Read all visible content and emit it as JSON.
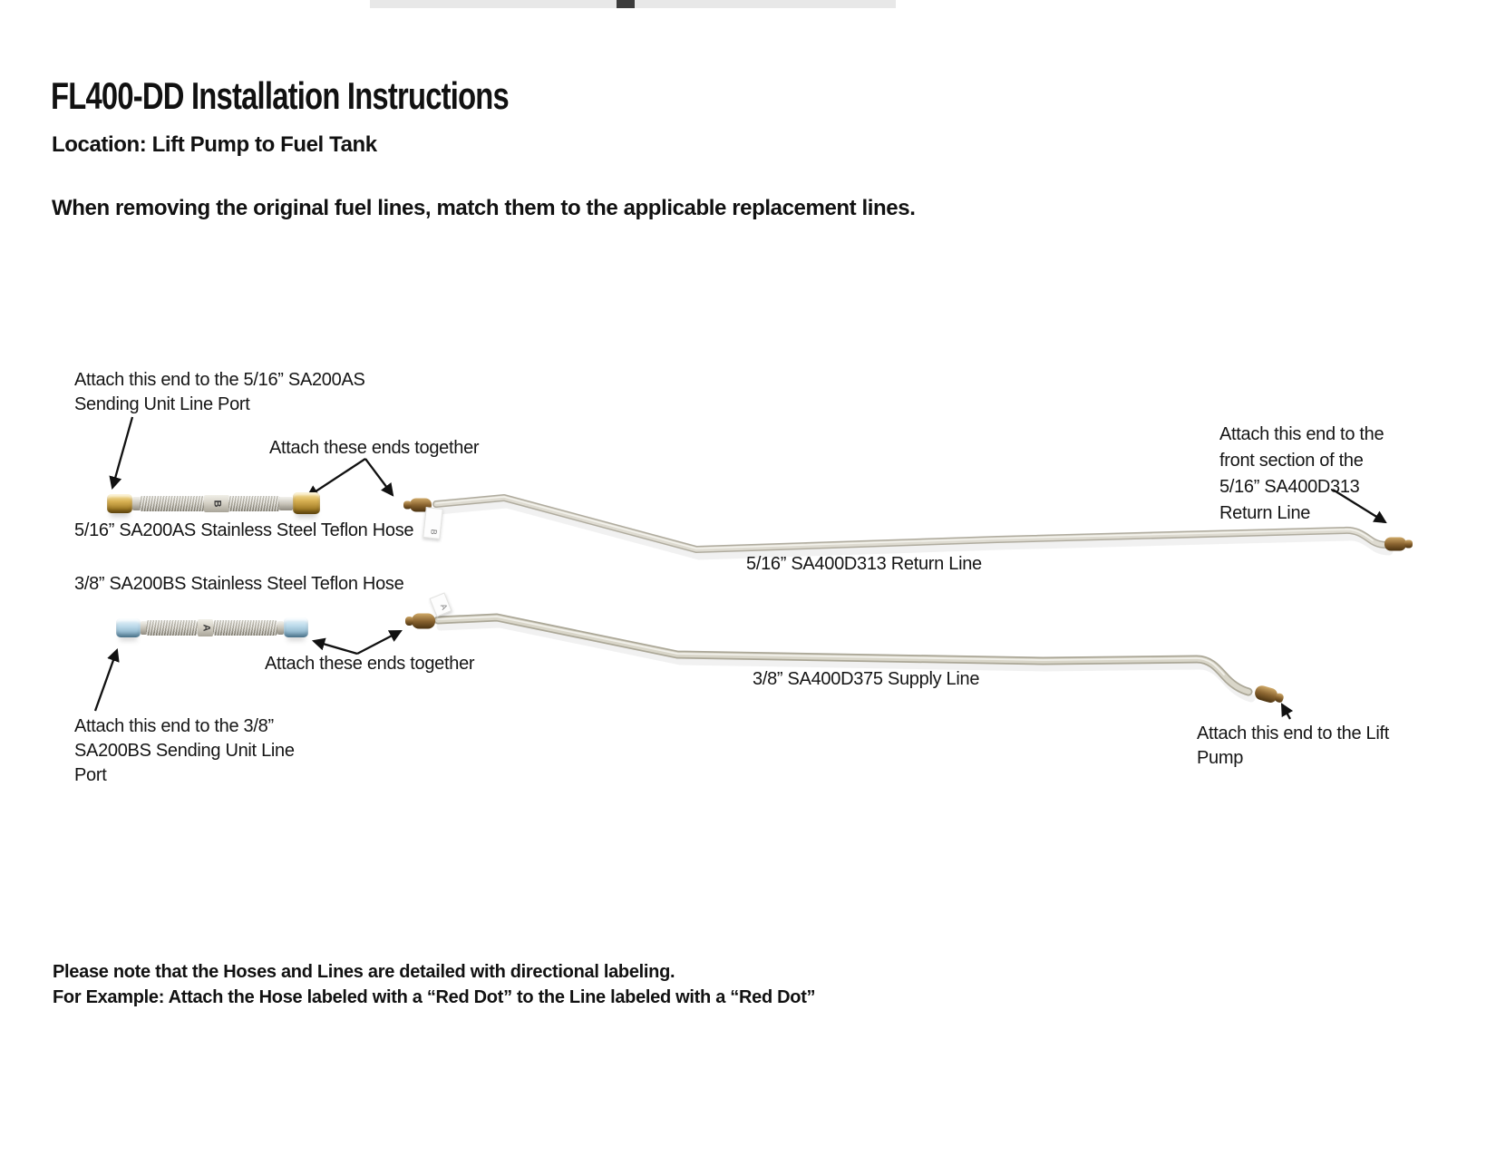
{
  "header": {
    "title": "FL400-DD Installation Instructions",
    "location": "Location: Lift Pump to Fuel Tank",
    "instruction": "When removing the original fuel lines, match them to the applicable replacement lines."
  },
  "callouts": {
    "hose1_port": "Attach this end to the 5/16” SA200AS\nSending Unit Line Port",
    "ends_together_top": "Attach these ends together",
    "return_front": "Attach this end to the\nfront section of the\n5/16” SA400D313\nReturn Line",
    "ends_together_bottom": "Attach these ends together",
    "hose2_port": "Attach this end to the 3/8”\nSA200BS Sending Unit Line\nPort",
    "lift_pump": "Attach this end to the Lift\nPump"
  },
  "part_labels": {
    "hose1": "5/16” SA200AS Stainless Steel Teflon Hose",
    "hose2": "3/8” SA200BS Stainless Steel Teflon Hose",
    "return_line": "5/16” SA400D313 Return Line",
    "supply_line": "3/8” SA400D375 Supply Line"
  },
  "markings": {
    "hose1_letter": "B",
    "return_tag_letter": "B",
    "hose2_letter": "A",
    "supply_tag_letter": "A"
  },
  "footer": {
    "note1": "Please note that the Hoses and Lines are detailed with directional labeling.",
    "note2": "For Example: Attach the Hose labeled with a “Red Dot” to the Line labeled with a “Red Dot”"
  },
  "colors": {
    "tube": "#d9d6cb",
    "tube_edge": "#b7b3a7",
    "brass_fitting": "#8a6430",
    "gold_nut": "#d9b254",
    "blue_nut": "#bcdaea",
    "arrow": "#111111"
  }
}
